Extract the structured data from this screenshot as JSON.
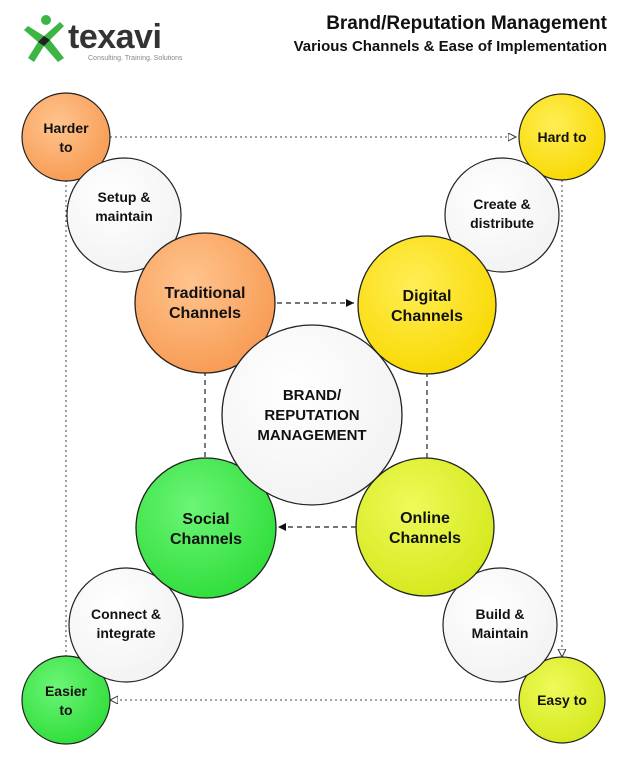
{
  "header": {
    "logo_text": "texavi",
    "logo_tagline": "Consulting. Training. Solutions",
    "title": "Brand/Reputation Management",
    "subtitle": "Various Channels & Ease of Implementation"
  },
  "colors": {
    "orange": "#FBA866",
    "yellow": "#FDE000",
    "lime": "#E0F024",
    "green": "#3FEA4A",
    "white": "#FFFFFF",
    "logo_green": "#3DB544"
  },
  "nodes": {
    "center": {
      "lines": [
        "BRAND/",
        "REPUTATION",
        "MANAGEMENT"
      ]
    },
    "traditional": {
      "lines": [
        "Traditional",
        "Channels"
      ]
    },
    "digital": {
      "lines": [
        "Digital",
        "Channels"
      ]
    },
    "social": {
      "lines": [
        "Social",
        "Channels"
      ]
    },
    "online": {
      "lines": [
        "Online",
        "Channels"
      ]
    },
    "setup": {
      "lines": [
        "Setup &",
        "maintain"
      ]
    },
    "create": {
      "lines": [
        "Create &",
        "distribute"
      ]
    },
    "connect": {
      "lines": [
        "Connect &",
        "integrate"
      ]
    },
    "build": {
      "lines": [
        "Build &",
        "Maintain"
      ]
    },
    "harder": {
      "lines": [
        "Harder",
        "to"
      ]
    },
    "hard": {
      "lines": [
        "Hard to"
      ]
    },
    "easier": {
      "lines": [
        "Easier",
        "to"
      ]
    },
    "easy": {
      "lines": [
        "Easy to"
      ]
    }
  }
}
